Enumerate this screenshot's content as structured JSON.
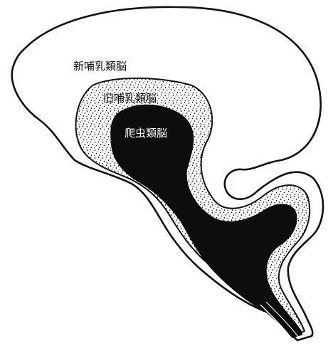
{
  "labels": {
    "neomammalian": "新哺乳類脳",
    "paleomammalian": "旧哺乳類脳",
    "reptilian": "爬虫類脳"
  },
  "colors": {
    "outline": "#111111",
    "dots": "#111111",
    "dark_core": "#0d0d0d",
    "background": "#ffffff",
    "outer_label": "#111111",
    "inner_label": "#ffffff"
  }
}
